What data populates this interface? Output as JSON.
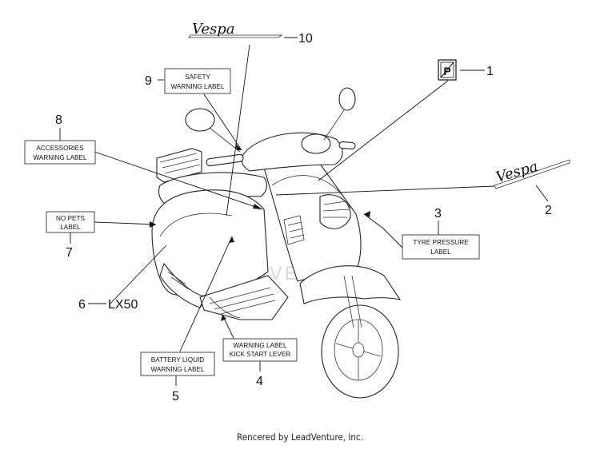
{
  "callouts": [
    {
      "num": "1"
    },
    {
      "num": "2"
    },
    {
      "num": "3",
      "label": [
        "TYRE PRESSURE",
        "LABEL"
      ]
    },
    {
      "num": "4",
      "label": [
        "WARNING LABEL",
        "KICK START LEVER"
      ]
    },
    {
      "num": "5",
      "label": [
        "BATTERY LIQUID",
        "WARNING LABEL"
      ]
    },
    {
      "num": "6",
      "label": [
        "LX50"
      ]
    },
    {
      "num": "7",
      "label": [
        "NO PETS",
        "LABEL"
      ]
    },
    {
      "num": "8",
      "label": [
        "ACCESSORIES",
        "WARNING LABEL"
      ]
    },
    {
      "num": "9",
      "label": [
        "SAFETY",
        "WARNING LABEL"
      ]
    },
    {
      "num": "10"
    }
  ],
  "emblems": {
    "logo_text": "Vespa",
    "parking_symbol": "P"
  },
  "watermark": "LEADVENTURE",
  "footer": "Rencered by LeadVenture, Inc."
}
